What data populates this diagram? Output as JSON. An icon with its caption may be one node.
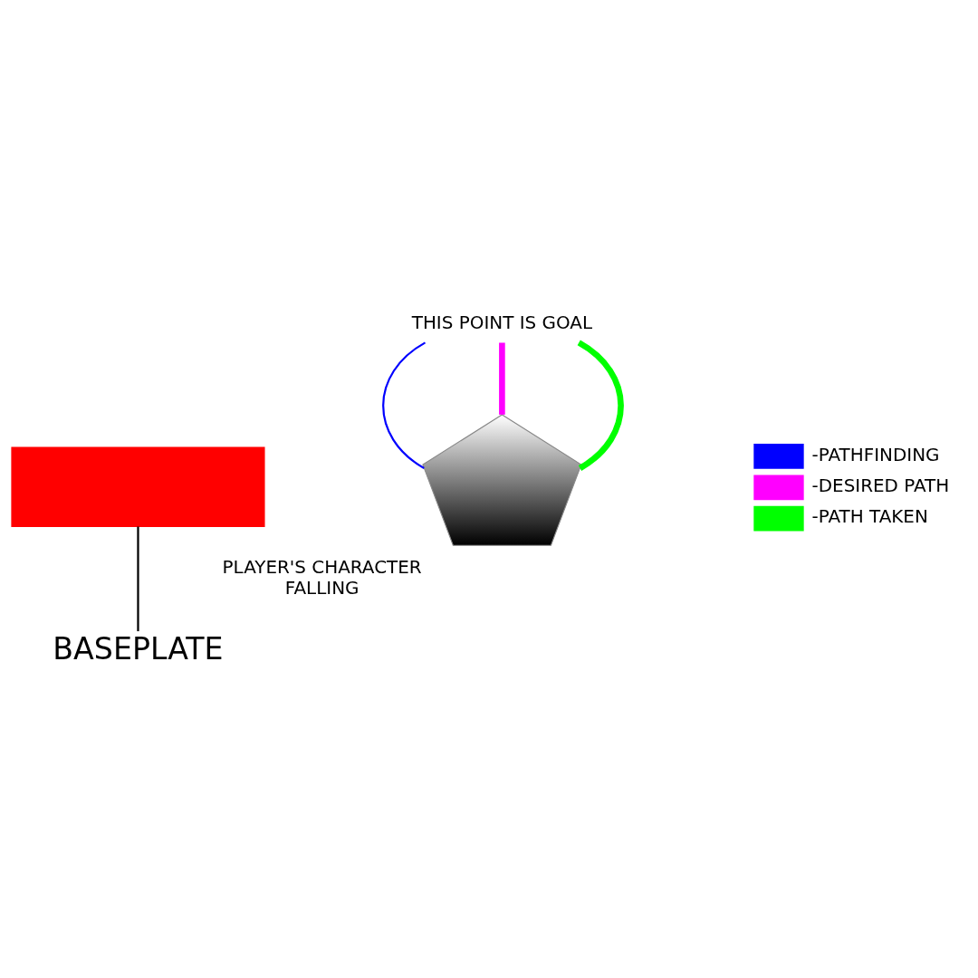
{
  "diagram": {
    "nodes": [
      {
        "text": [
          "THIS POINT IS GOAL"
        ]
      },
      {
        "text": [],
        "shape": "box"
      },
      {
        "text": [
          "BASEPLATE"
        ]
      },
      {
        "text": [],
        "shape": "pentagon",
        "beside": [
          "PLAYER'S CHARACTER",
          "FALLING"
        ]
      }
    ],
    "edges": [
      {
        "from": 3,
        "to": 0,
        "arrow": "none",
        "color": "#0000ff"
      },
      {
        "from": 3,
        "to": 0,
        "arrow": "none",
        "style": "thick",
        "color": "#ff00ff"
      },
      {
        "from": 3,
        "to": 0,
        "arrow": "none",
        "style": "thick",
        "color": "#00ff00"
      },
      {
        "from": 2,
        "to": 1,
        "arrow": "none",
        "color": "#000000"
      }
    ],
    "legend": [
      {
        "text": "-PATHFINDING",
        "color": "#0000ff"
      },
      {
        "text": "-DESIRED PATH",
        "color": "#ff00ff"
      },
      {
        "text": "-PATH TAKEN",
        "color": "#00ff00"
      }
    ]
  }
}
